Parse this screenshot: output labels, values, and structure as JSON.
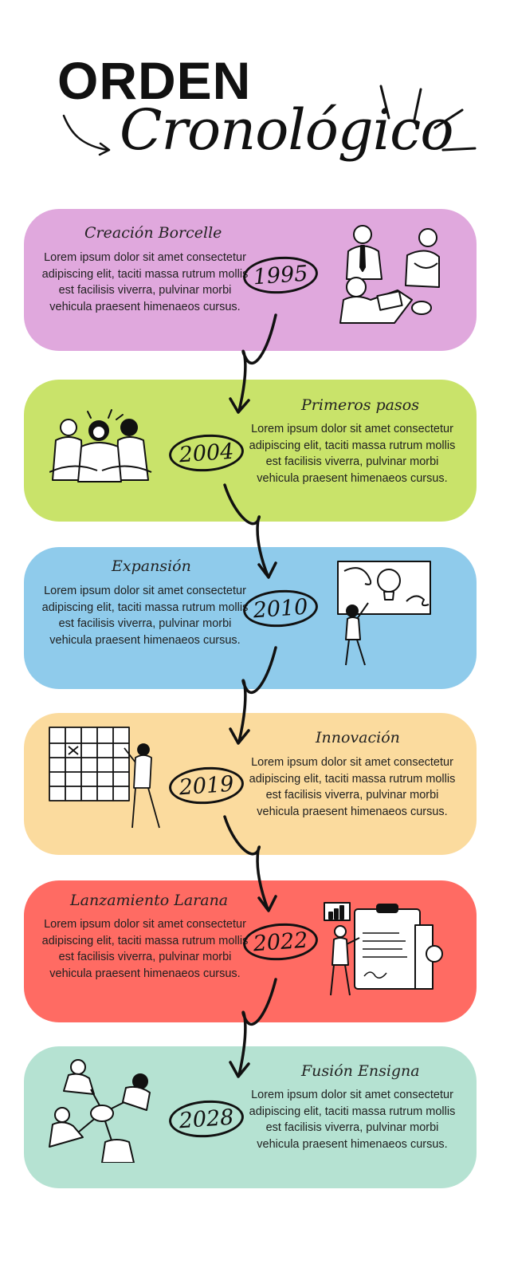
{
  "header": {
    "title_main": "ORDEN",
    "title_script": "Cronológico"
  },
  "colors": {
    "card_1": "#e0a8dd",
    "card_2": "#c9e36a",
    "card_3": "#8fcbeb",
    "card_4": "#fbdb9e",
    "card_5": "#ff6b63",
    "card_6": "#b5e2d2",
    "ink": "#111111"
  },
  "timeline": [
    {
      "year": "1995",
      "title": "Creación Borcelle",
      "body": "Lorem ipsum dolor sit amet consectetur adipiscing elit, taciti massa rutrum mollis est facilisis viverra, pulvinar morbi vehicula praesent himenaeos cursus.",
      "illustration": "business-meeting-illustration"
    },
    {
      "year": "2004",
      "title": "Primeros pasos",
      "body": "Lorem ipsum dolor sit amet consectetur adipiscing elit, taciti massa rutrum mollis est facilisis viverra, pulvinar morbi vehicula praesent himenaeos cursus.",
      "illustration": "team-group-illustration"
    },
    {
      "year": "2010",
      "title": "Expansión",
      "body": "Lorem ipsum dolor sit amet consectetur adipiscing elit, taciti massa rutrum mollis est facilisis viverra, pulvinar morbi vehicula praesent himenaeos cursus.",
      "illustration": "idea-lightbulb-illustration"
    },
    {
      "year": "2019",
      "title": "Innovación",
      "body": "Lorem ipsum dolor sit amet consectetur adipiscing elit, taciti massa rutrum mollis est facilisis viverra, pulvinar morbi vehicula praesent himenaeos cursus.",
      "illustration": "planning-board-illustration"
    },
    {
      "year": "2022",
      "title": "Lanzamiento Larana",
      "body": "Lorem ipsum dolor sit amet consectetur adipiscing elit, taciti massa rutrum mollis est facilisis viverra, pulvinar morbi vehicula praesent himenaeos cursus.",
      "illustration": "report-clipboard-illustration"
    },
    {
      "year": "2028",
      "title": "Fusión Ensigna",
      "body": "Lorem ipsum dolor sit amet consectetur adipiscing elit, taciti massa rutrum mollis est facilisis viverra, pulvinar morbi vehicula praesent himenaeos cursus.",
      "illustration": "hands-together-illustration"
    }
  ]
}
